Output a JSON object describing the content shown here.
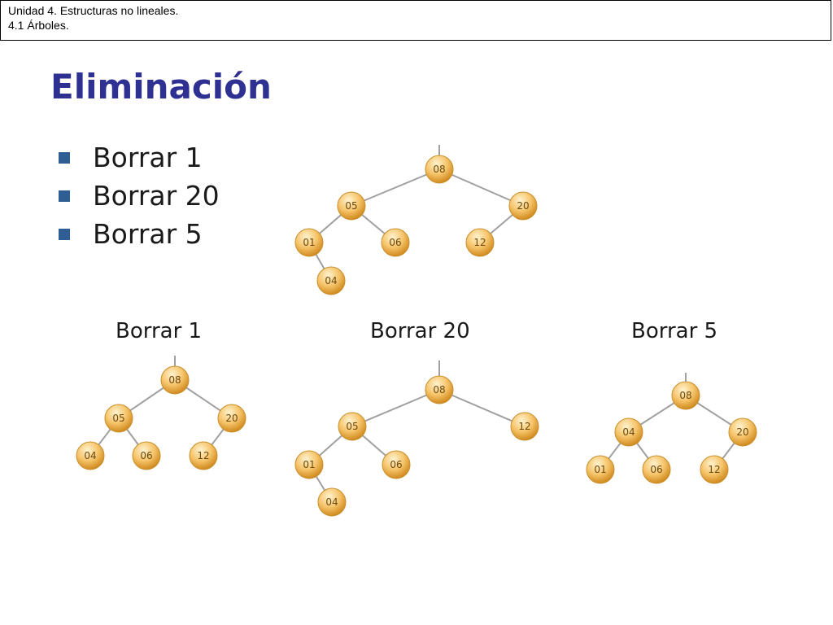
{
  "header": {
    "line1": "Unidad 4. Estructuras no lineales.",
    "line2": "4.1 Árboles."
  },
  "title": "Eliminación",
  "bullets": [
    "Borrar 1",
    "Borrar 20",
    "Borrar 5"
  ],
  "colors": {
    "title": "#2e3192",
    "bullet": "#2f5e95",
    "node_fill": "#f6c46a",
    "edge": "#a0a0a0"
  },
  "trees": [
    {
      "id": "original",
      "caption": "",
      "nodes": [
        {
          "id": "n08",
          "label": "08",
          "parent": null
        },
        {
          "id": "n05",
          "label": "05",
          "parent": "n08"
        },
        {
          "id": "n20",
          "label": "20",
          "parent": "n08"
        },
        {
          "id": "n01",
          "label": "01",
          "parent": "n05"
        },
        {
          "id": "n06",
          "label": "06",
          "parent": "n05"
        },
        {
          "id": "n12",
          "label": "12",
          "parent": "n20"
        },
        {
          "id": "n04",
          "label": "04",
          "parent": "n01"
        }
      ]
    },
    {
      "id": "borrar-1",
      "caption": "Borrar 1",
      "nodes": [
        {
          "id": "n08",
          "label": "08",
          "parent": null
        },
        {
          "id": "n05",
          "label": "05",
          "parent": "n08"
        },
        {
          "id": "n20",
          "label": "20",
          "parent": "n08"
        },
        {
          "id": "n04",
          "label": "04",
          "parent": "n05"
        },
        {
          "id": "n06",
          "label": "06",
          "parent": "n05"
        },
        {
          "id": "n12",
          "label": "12",
          "parent": "n20"
        }
      ]
    },
    {
      "id": "borrar-20",
      "caption": "Borrar 20",
      "nodes": [
        {
          "id": "n08",
          "label": "08",
          "parent": null
        },
        {
          "id": "n05",
          "label": "05",
          "parent": "n08"
        },
        {
          "id": "n12",
          "label": "12",
          "parent": "n08"
        },
        {
          "id": "n01",
          "label": "01",
          "parent": "n05"
        },
        {
          "id": "n06",
          "label": "06",
          "parent": "n05"
        },
        {
          "id": "n04",
          "label": "04",
          "parent": "n01"
        }
      ]
    },
    {
      "id": "borrar-5",
      "caption": "Borrar 5",
      "nodes": [
        {
          "id": "n08",
          "label": "08",
          "parent": null
        },
        {
          "id": "n04",
          "label": "04",
          "parent": "n08"
        },
        {
          "id": "n20",
          "label": "20",
          "parent": "n08"
        },
        {
          "id": "n01",
          "label": "01",
          "parent": "n04"
        },
        {
          "id": "n06",
          "label": "06",
          "parent": "n04"
        },
        {
          "id": "n12",
          "label": "12",
          "parent": "n20"
        }
      ]
    }
  ]
}
